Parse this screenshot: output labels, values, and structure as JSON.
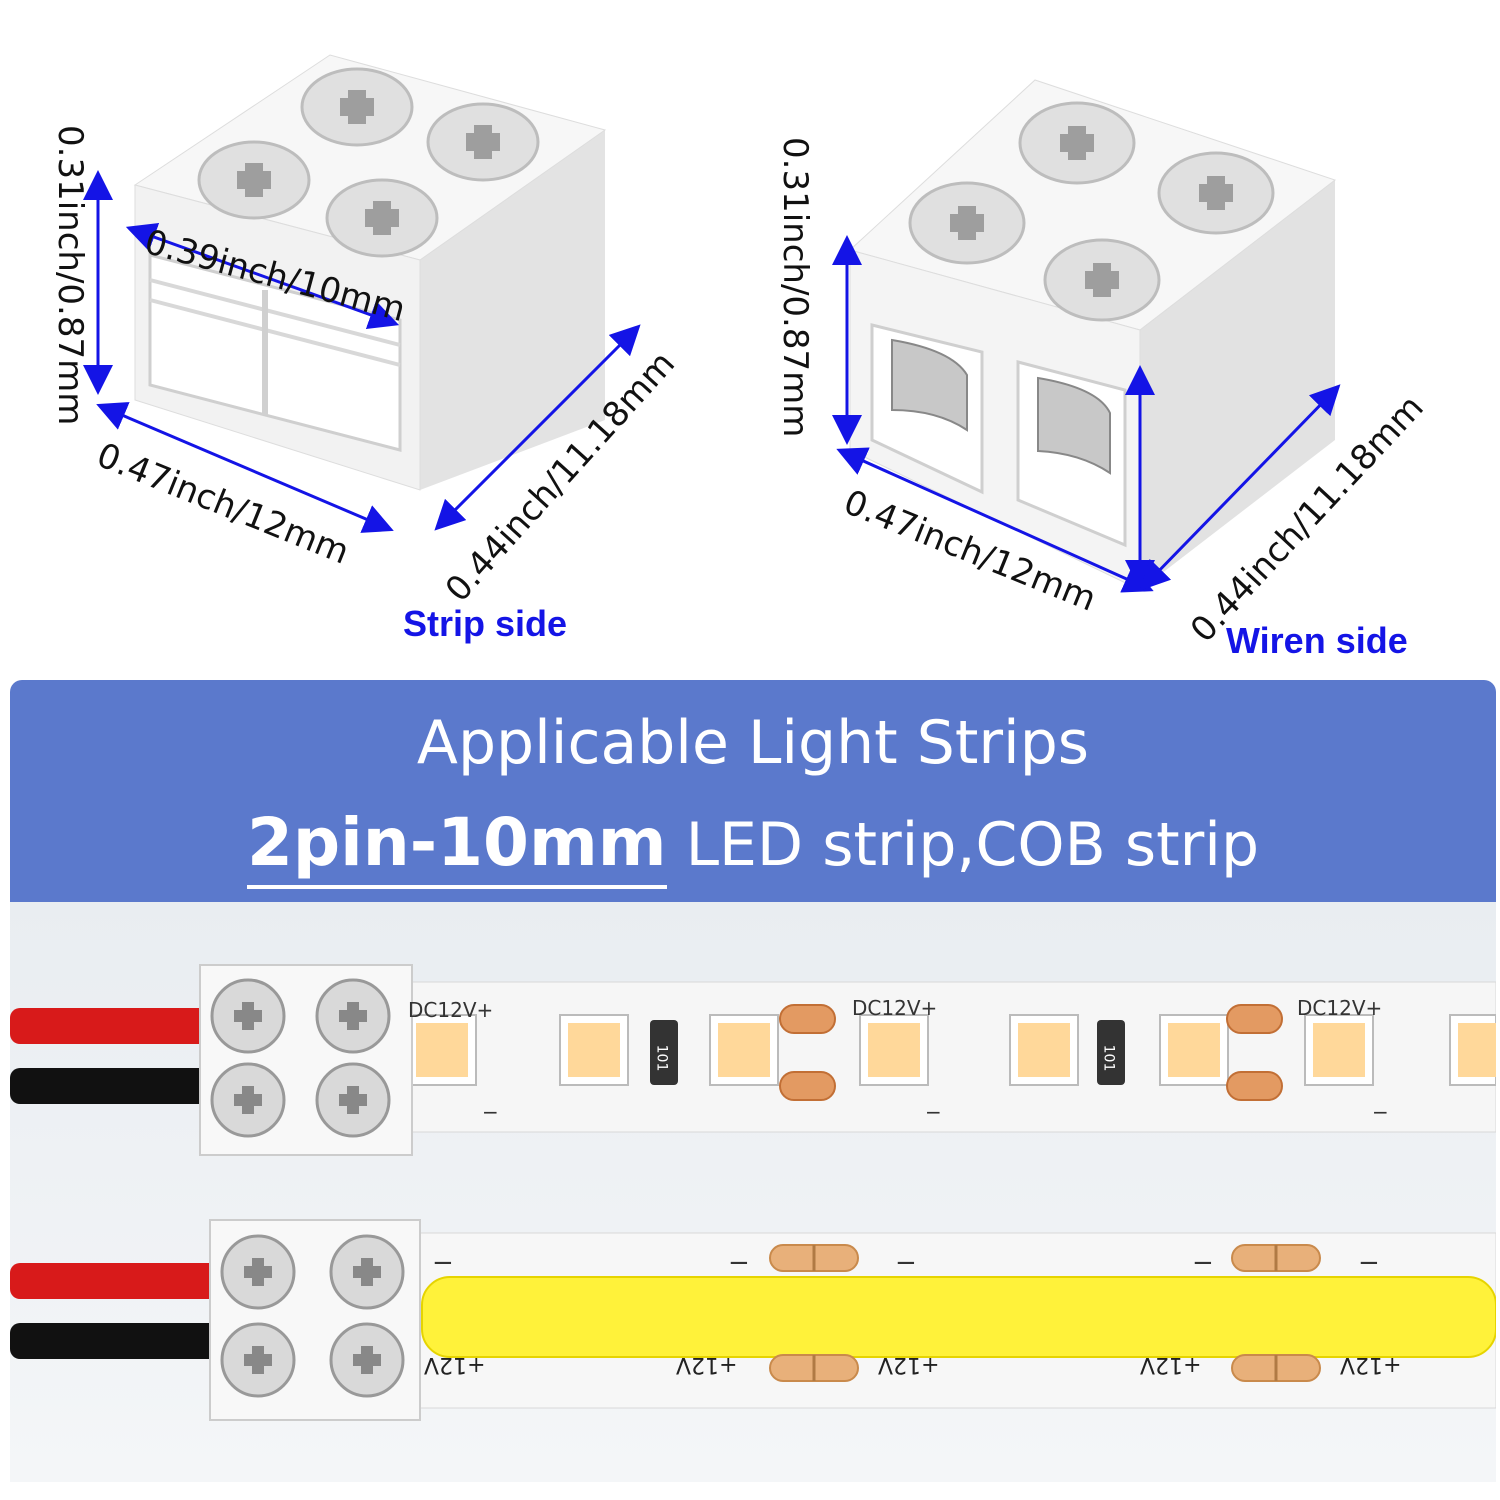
{
  "strip_side": {
    "height_label": "0.31inch/0.87mm",
    "opening_label": "0.39inch/10mm",
    "width_label": "0.47inch/12mm",
    "depth_label": "0.44inch/11.18mm",
    "caption": "Strip side"
  },
  "wire_side": {
    "height_label": "0.31inch/0.87mm",
    "width_label": "0.47inch/12mm",
    "depth_label": "0.44inch/11.18mm",
    "caption": "Wiren side"
  },
  "banner": {
    "title": "Applicable Light Strips",
    "spec": "2pin-10mm",
    "types": " LED strip,COB strip"
  },
  "led_strip": {
    "voltage_label": "DC12V+",
    "resistor_code": "101",
    "minus": "−"
  },
  "cob_strip": {
    "minus": "−",
    "plus_label": "+12V"
  },
  "colors": {
    "accent_blue": "#1414e6",
    "banner": "#5b79cc",
    "cob_yellow": "#fff23a",
    "wire_red": "#d81a1a",
    "wire_black": "#111111",
    "copper_pad": "#e39a62"
  }
}
